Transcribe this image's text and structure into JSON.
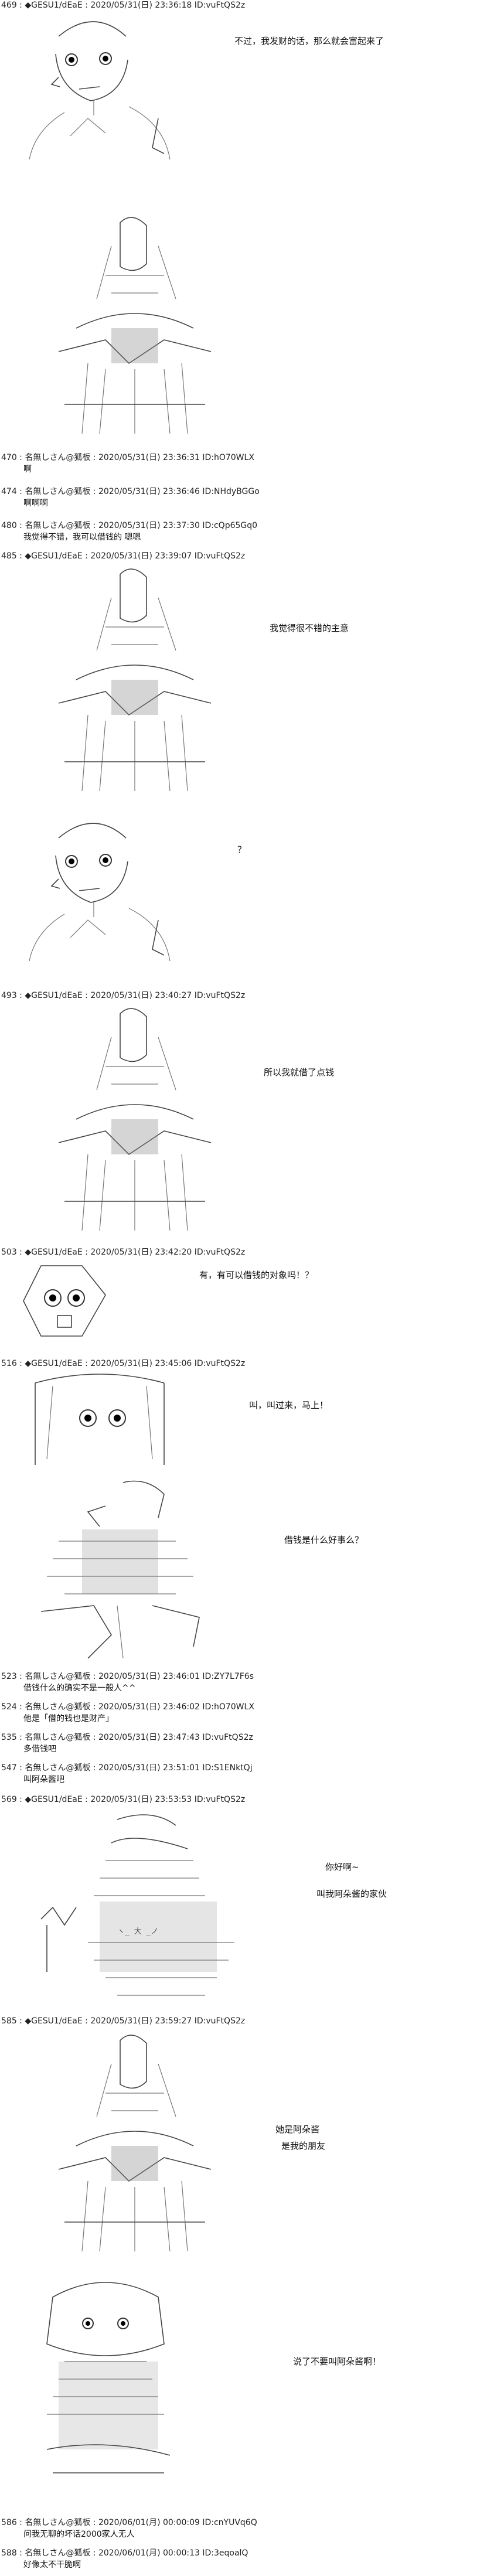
{
  "posts": [
    {
      "id": "p469",
      "header": "469 : ◆GESU1/dEaE : 2020/05/31(日) 23:36:18 ID:vuFtQS2z"
    },
    {
      "id": "p470",
      "header": "470 : 名無しさん@狐板 : 2020/05/31(日) 23:36:31 ID:hO70WLX",
      "body": "啊"
    },
    {
      "id": "p474",
      "header": "474 : 名無しさん@狐板 : 2020/05/31(日) 23:36:46 ID:NHdyBGGo",
      "body": "啊啊啊"
    },
    {
      "id": "p480",
      "header": "480 : 名無しさん@狐板 : 2020/05/31(日) 23:37:30 ID:cQp65Gq0",
      "body": "我觉得不错，我可以借钱的 嗯嗯"
    },
    {
      "id": "p485",
      "header": "485 : ◆GESU1/dEaE : 2020/05/31(日) 23:39:07 ID:vuFtQS2z"
    },
    {
      "id": "p493",
      "header": "493 : ◆GESU1/dEaE : 2020/05/31(日) 23:40:27 ID:vuFtQS2z"
    },
    {
      "id": "p503",
      "header": "503 : ◆GESU1/dEaE : 2020/05/31(日) 23:42:20 ID:vuFtQS2z"
    },
    {
      "id": "p516",
      "header": "516 : ◆GESU1/dEaE : 2020/05/31(日) 23:45:06 ID:vuFtQS2z"
    },
    {
      "id": "p523",
      "header": "523 : 名無しさん@狐板 : 2020/05/31(日) 23:46:01 ID:ZY7L7F6s",
      "body": "借钱什么的确实不是一般人^^"
    },
    {
      "id": "p524",
      "header": "524 : 名無しさん@狐板 : 2020/05/31(日) 23:46:02 ID:hO70WLX",
      "body": "他是「借的钱也是财产」"
    },
    {
      "id": "p535",
      "header": "535 : 名無しさん@狐板 : 2020/05/31(日) 23:47:43 ID:vuFtQS2z",
      "body": "多借钱吧"
    },
    {
      "id": "p547",
      "header": "547 : 名無しさん@狐板 : 2020/05/31(日) 23:51:01 ID:S1ENktQj",
      "body": "叫阿朵酱吧"
    },
    {
      "id": "p569",
      "header": "569 : ◆GESU1/dEaE : 2020/05/31(日) 23:53:53 ID:vuFtQS2z"
    },
    {
      "id": "p585",
      "header": "585 : ◆GESU1/dEaE : 2020/05/31(日) 23:59:27 ID:vuFtQS2z"
    },
    {
      "id": "p586",
      "header": "586 : 名無しさん@狐板 : 2020/06/01(月) 00:00:09 ID:cnYUVq6Q",
      "body": "问我无聊的坏话2000家人无人"
    },
    {
      "id": "p588",
      "header": "588 : 名無しさん@狐板 : 2020/06/01(月) 00:00:13 ID:3eqoalQ",
      "body": "好像太不干脆啊"
    }
  ],
  "dialogue": {
    "d1": "不过，我发财的话，那么就会富起来了",
    "d2": "我觉得很不错的主意",
    "d3": "？",
    "d4": "所以我就借了点钱",
    "d5": "有，有可以借钱的对象吗！？",
    "d6": "叫，叫过来，马上！",
    "d7": "借钱是什么好事么？",
    "d8": "你好啊~",
    "d9": "叫我阿朵酱的家伙",
    "d10": "她是阿朵酱",
    "d11": "是我的朋友",
    "d12": "说了不要叫阿朵酱啊！"
  },
  "icons": [
    "bald-man-art",
    "robed-woman-art",
    "round-face-art",
    "curtain-hair-art",
    "crouching-man-art",
    "group-art",
    "haired-girl-art"
  ]
}
